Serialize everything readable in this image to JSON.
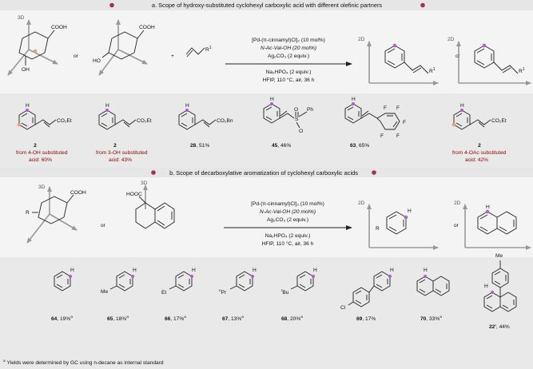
{
  "colors": {
    "banner": "#e6e6e6",
    "panel_light": "#f4f4f4",
    "panel_dark": "#e9e9e9",
    "bullet": "#a0305a",
    "accent_dot": "#e0a070",
    "ch_marker": "#b35fd0",
    "dark_red_text": "#8b0000"
  },
  "header_a": "a. Scope of hydroxy-substituted cyclohexyl carboxylic acid with different olefinic partners",
  "header_b": "b. Scope of decarboxylative aromatization of cyclohexyl carboxylic acids",
  "scheme_a": {
    "axis_3d": "3D",
    "axis_2d": "2D",
    "cooh": "COOH",
    "oh": "OH",
    "ho": "HO",
    "or": "or",
    "plus": "+",
    "r1": "R",
    "r1_sup": "1",
    "conditions_above": [
      "[Pd-(π-cinnamyl)Cl]₂ (10 mol%)",
      "N-Ac-Val-OH (20 mol%)",
      "Ag₂CO₃ (2 equiv.)"
    ],
    "conditions_below": [
      "Na₂HPO₄ (2 equiv.)",
      "HFIP, 110 °C, air, 36 h"
    ]
  },
  "scheme_b": {
    "axis_3d": "3D",
    "axis_2d": "2D",
    "cooh": "COOH",
    "hooc": "HOOC",
    "r": "R",
    "or": "or",
    "conditions_above": [
      "[Pd-(π-cinnamyl)Cl]₂ (10 mol%)",
      "N-Ac-Val-OH (20 mol%)",
      "Ag₂CO₃ (2 equiv.)"
    ],
    "conditions_below": [
      "Na₂HPO₄ (2 equiv.)",
      "HFIP, 110 °C, air, 36 h"
    ]
  },
  "products_a": [
    {
      "num": "2",
      "sub": "CO₂Et",
      "note": [
        "from 4-OH substituted",
        "acid: 60%"
      ]
    },
    {
      "num": "2",
      "sub": "CO₂Et",
      "note": [
        "from 3-OH substituted",
        "acid: 43%"
      ]
    },
    {
      "num": "28",
      "yield": ", 51%",
      "sub": "CO₂Bn"
    },
    {
      "num": "45",
      "yield": ", 46%",
      "sub_s": "S",
      "sub_ph": "Ph",
      "sub_o": "O"
    },
    {
      "num": "63",
      "yield": ", 65%",
      "f": "F"
    },
    {
      "num": "2",
      "sub": "CO₂Et",
      "note": [
        "from 4-OAc substituted",
        "acid: 42%"
      ]
    }
  ],
  "products_b": [
    {
      "num": "64",
      "yield": ", 19%",
      "mark": "a"
    },
    {
      "num": "65",
      "yield": ", 18%",
      "mark": "a",
      "sub": "Me"
    },
    {
      "num": "66",
      "yield": ", 17%",
      "mark": "a",
      "sub": "Et"
    },
    {
      "num": "67",
      "yield": ", 13%",
      "mark": "a",
      "sub_pre": "n",
      "sub": "Pr"
    },
    {
      "num": "68",
      "yield": ", 20%",
      "mark": "a",
      "sub_pre": "t",
      "sub": "Bu"
    },
    {
      "num": "69",
      "yield": ", 17%",
      "sub": "Cl"
    },
    {
      "num": "70",
      "yield": ", 33%",
      "mark": "a"
    },
    {
      "num": "22'",
      "yield": ", 44%",
      "sub": "Me"
    }
  ],
  "h": "H",
  "footnote_mark": "a",
  "footnote": "Yields were determined by GC using n-decane as internal standard"
}
